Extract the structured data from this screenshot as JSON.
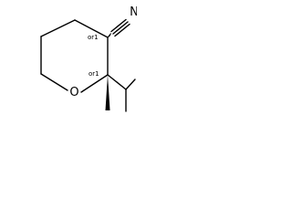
{
  "structure": {
    "atoms": {
      "oxygen": "O",
      "nitrogen": "N"
    },
    "stereo_labels": {
      "c3": "or1",
      "c2": "or1"
    }
  },
  "colors": {
    "bond": "#000000",
    "text": "#000000",
    "background": "#ffffff"
  }
}
